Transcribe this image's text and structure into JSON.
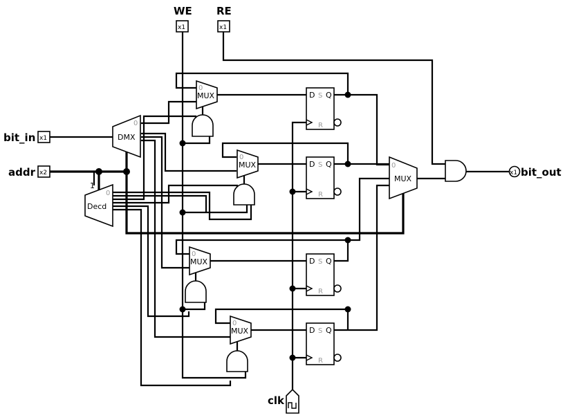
{
  "inputs": {
    "we": {
      "label": "WE",
      "width": "x1"
    },
    "re": {
      "label": "RE",
      "width": "x1"
    },
    "bit_in": {
      "label": "bit_in",
      "width": "x1"
    },
    "addr": {
      "label": "addr",
      "width": "x2"
    },
    "clk": {
      "label": "clk"
    }
  },
  "outputs": {
    "bit_out": {
      "label": "bit_out",
      "width": "x1"
    }
  },
  "components": {
    "demux": {
      "label": "DMX",
      "select0": "0"
    },
    "decoder": {
      "label": "Decd",
      "select0": "0",
      "enable": "1"
    },
    "mux_label": "MUX",
    "mux_sel0": "0",
    "flipflop": {
      "d": "D",
      "s": "S",
      "q": "Q",
      "r": "R"
    }
  }
}
